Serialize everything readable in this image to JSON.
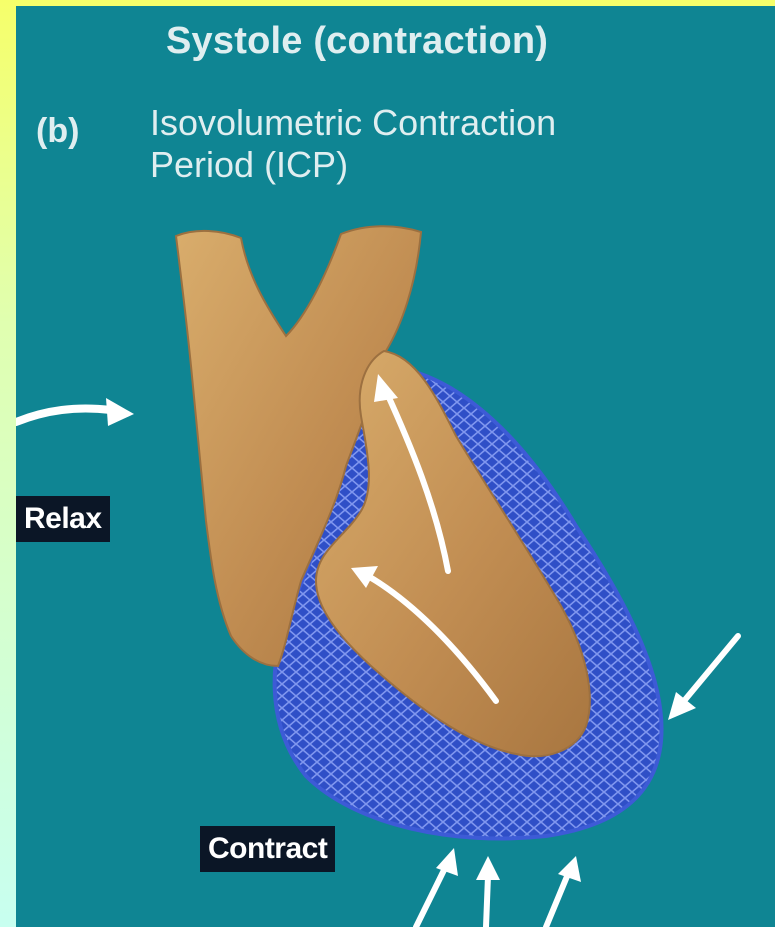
{
  "title": "Systole (contraction)",
  "panel_label": "(b)",
  "subtitle_line1": "Isovolumetric Contraction",
  "subtitle_line2": "Period (ICP)",
  "labels": {
    "relax": "Relax",
    "contract": "Contract"
  },
  "colors": {
    "background": "#0f8593",
    "heart_tissue": "#c8995a",
    "muscle_contracting": "#2f4fc7",
    "text": "#dfeef0",
    "label_box": "#0b1626",
    "arrow": "#ffffff"
  }
}
